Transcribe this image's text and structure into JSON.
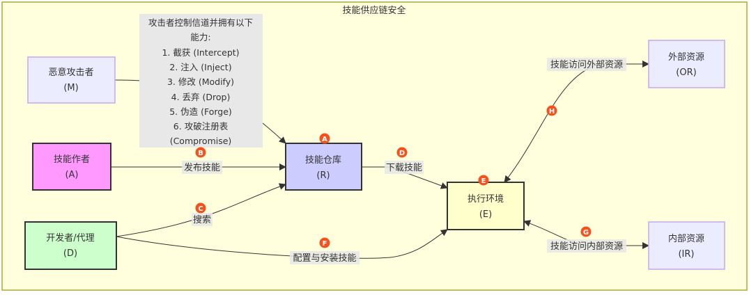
{
  "title": "技能供应链安全",
  "note": {
    "lines": [
      "攻击者控制信道并拥有以下",
      "能力:",
      "1. 截获 (Intercept)",
      "2. 注入 (Inject)",
      "3. 修改 (Modify)",
      "4. 丢弃 (Drop)",
      "5. 伪造 (Forge)",
      "6. 攻破注册表",
      "(Compromise)"
    ]
  },
  "nodes": {
    "M": {
      "name": "恶意攻击者",
      "id": "(M)"
    },
    "A": {
      "name": "技能作者",
      "id": "(A)"
    },
    "D": {
      "name": "开发者/代理",
      "id": "(D)"
    },
    "R": {
      "name": "技能仓库",
      "id": "(R)"
    },
    "E": {
      "name": "执行环境",
      "id": "(E)"
    },
    "OR": {
      "name": "外部资源",
      "id": "(OR)"
    },
    "IR": {
      "name": "内部资源",
      "id": "(IR)"
    }
  },
  "edges": {
    "publish": "发布技能",
    "search": "搜索",
    "download": "下载技能",
    "install": "配置与安装技能",
    "external": "技能访问外部资源",
    "internal": "技能访问内部资源"
  },
  "badges": {
    "A": "A",
    "B": "B",
    "C": "C",
    "D": "D",
    "E": "E",
    "F": "F",
    "G": "G",
    "H": "H"
  },
  "colors": {
    "background": "#ffffde",
    "badge": "#f4511e",
    "author": "#ff99ff",
    "developer": "#ccffcc",
    "repo": "#ccccff",
    "exec": "#ffffcc",
    "external": "#ececff"
  }
}
